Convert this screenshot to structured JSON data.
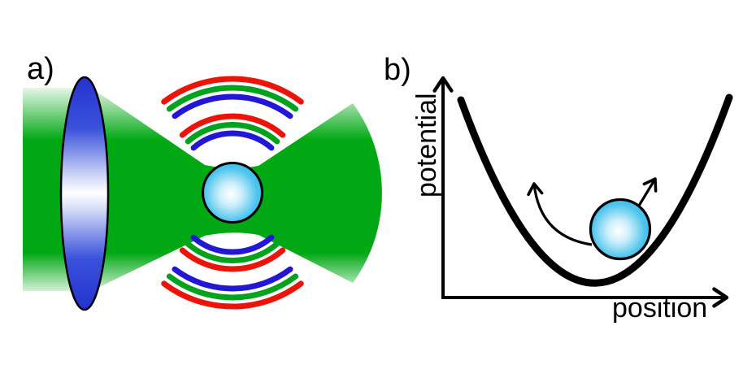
{
  "figure": {
    "panel_a": {
      "label": "a)"
    },
    "panel_b": {
      "label": "b)",
      "y_axis_label": "potential",
      "x_axis_label": "position"
    }
  },
  "colors": {
    "laser_green": "#00A813",
    "lens_blue": "#2433CF",
    "wavefront_red": "#EC1309",
    "wavefront_green": "#00A31B",
    "wavefront_blue": "#2217D6",
    "particle_cyan": "#2FB0E0",
    "ink_black": "#000000"
  }
}
